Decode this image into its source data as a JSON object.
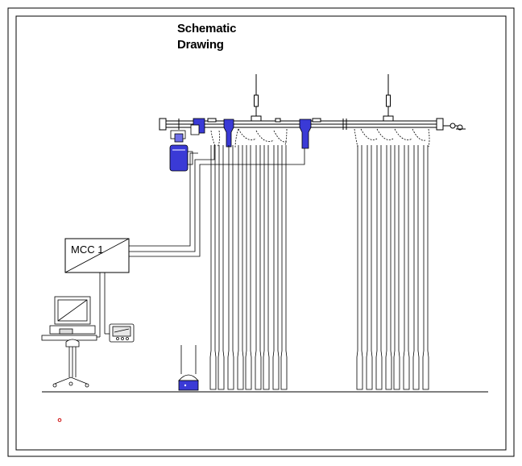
{
  "title": {
    "line1": "Schematic",
    "line2": "Drawing"
  },
  "mcc": {
    "label": "MCC 1"
  },
  "colors": {
    "line": "#000000",
    "frame": "#000000",
    "accent_blue": "#3a3ad6",
    "accent_blue_light": "#6f6fe8",
    "marker_red": "#cc0000"
  },
  "icons": {
    "motor": "motor-icon",
    "controller_pc": "computer-workstation-icon",
    "pendant": "handheld-pendant-icon",
    "floor_box": "floor-pickup-icon"
  }
}
